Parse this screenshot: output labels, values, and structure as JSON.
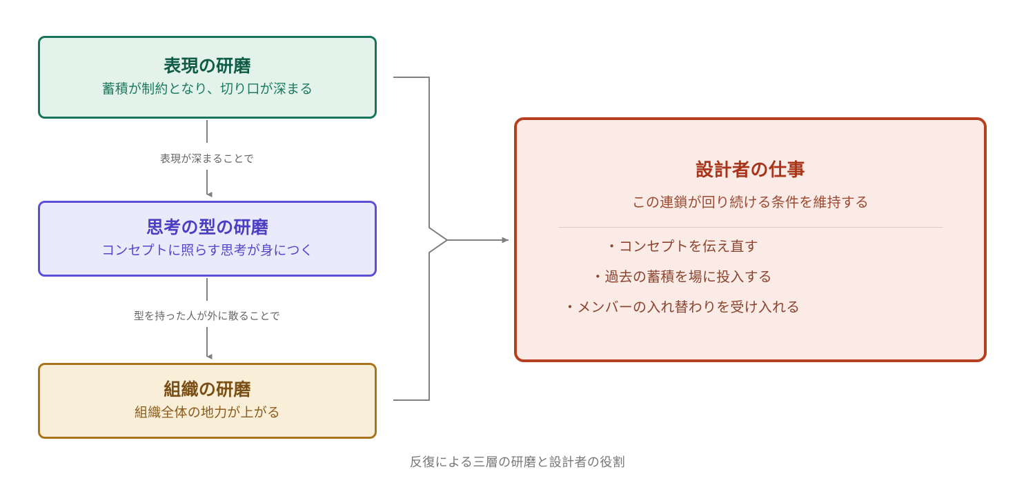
{
  "diagram": {
    "caption": "反復による三層の研磨と設計者の役割",
    "colors": {
      "expression_border": "#16745a",
      "expression_fill": "#e3f3ec",
      "thinking_border": "#5b4fd6",
      "thinking_fill": "#ebeafb",
      "organization_border": "#a8731a",
      "organization_fill": "#f9eed8",
      "designer_border": "#b5401f",
      "designer_fill": "#fbebe6",
      "connector": "#808080"
    },
    "stages": [
      {
        "id": "expression",
        "title": "表現の研磨",
        "subtitle": "蓄積が制約となり、切り口が深まる"
      },
      {
        "id": "thinking",
        "title": "思考の型の研磨",
        "subtitle": "コンセプトに照らす思考が身につく"
      },
      {
        "id": "organization",
        "title": "組織の研磨",
        "subtitle": "組織全体の地力が上がる"
      }
    ],
    "edges": [
      {
        "id": "expression-to-thinking",
        "label": "表現が深まることで"
      },
      {
        "id": "thinking-to-organization",
        "label": "型を持った人が外に散ることで"
      }
    ],
    "panel": {
      "title": "設計者の仕事",
      "subtitle": "この連鎖が回り続ける条件を維持する",
      "items": [
        "・コンセプトを伝え直す",
        "・過去の蓄積を場に投入する",
        "・メンバーの入れ替わりを受け入れる"
      ]
    }
  }
}
